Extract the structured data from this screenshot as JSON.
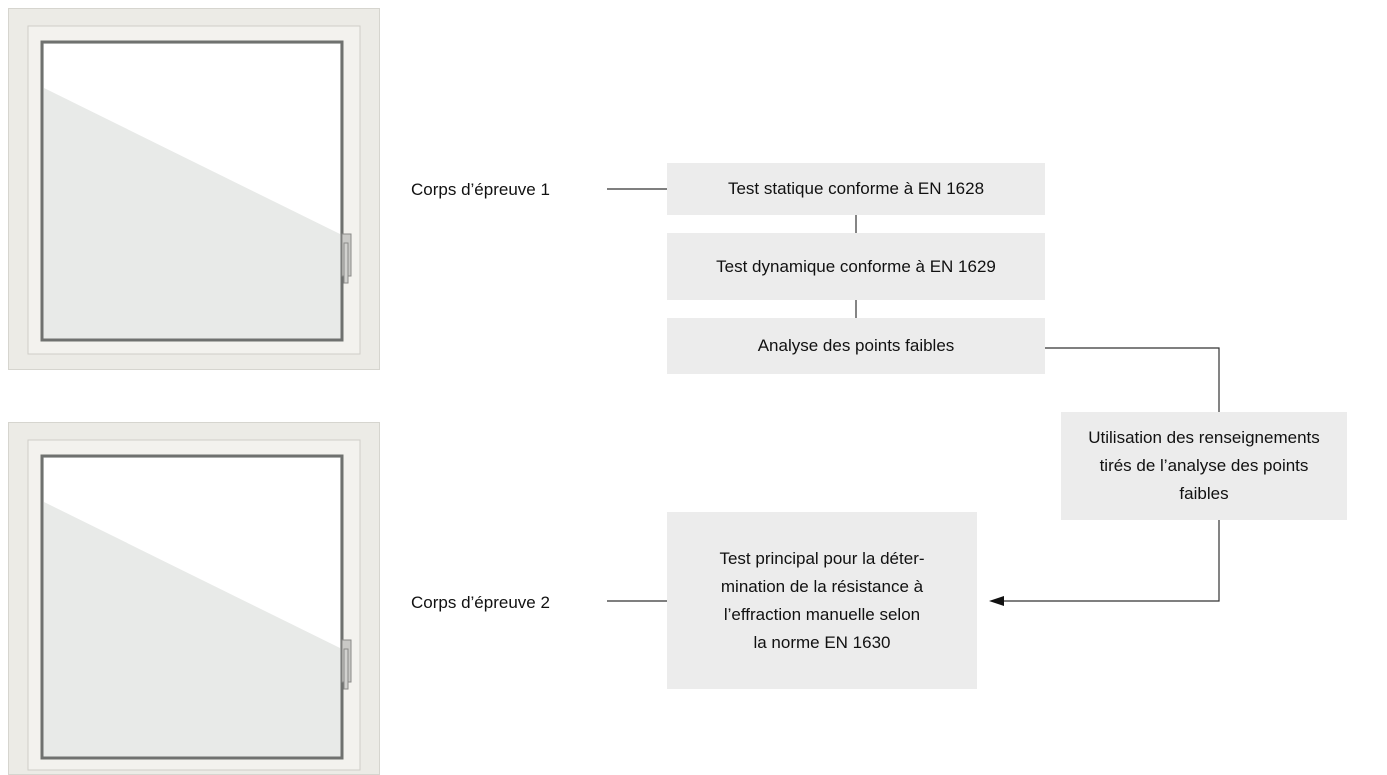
{
  "colors": {
    "box_fill": "#ececec",
    "line": "#333333",
    "window_frame": "#ecebe6",
    "window_glass": "#e6e8e6"
  },
  "icons": [
    "window-icon",
    "window-icon",
    "arrow-left-icon"
  ],
  "specimens": [
    {
      "label": "Corps d’épreuve 1"
    },
    {
      "label": "Corps d’épreuve 2"
    }
  ],
  "steps": {
    "static": "Test statique conforme à EN 1628",
    "dynamic": "Test dynamique conforme à EN 1629",
    "weakness": "Analyse des points faibles",
    "usage": "Utilisation des renseignements\ntirés de l’analyse des points\nfaibles",
    "main": "Test principal pour la déter-\nmination de la résistance à\nl’effraction manuelle selon\nla norme EN 1630"
  }
}
